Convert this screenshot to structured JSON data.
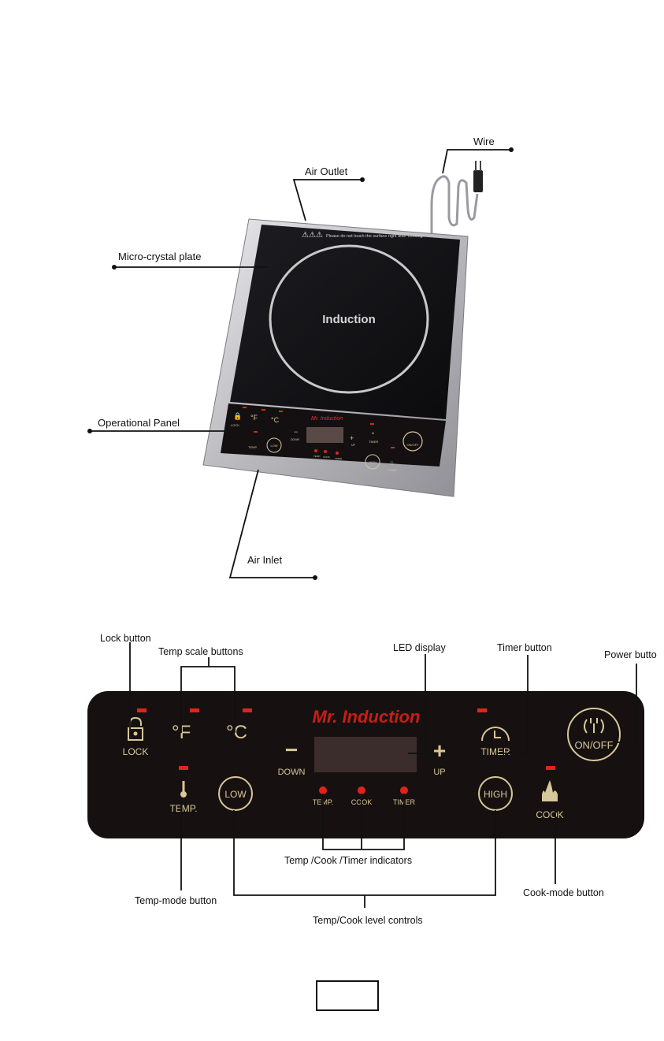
{
  "top_callouts": {
    "wire": "Wire",
    "air_outlet": "Air Outlet",
    "micro_crystal_plate": "Micro-crystal plate",
    "operational_panel": "Operational Panel",
    "air_inlet": "Air Inlet"
  },
  "cooktop": {
    "warning_text": "Please do not touch the surface right after cooking",
    "induction_label": "Induction",
    "mini_panel": {
      "brand": "Mr. Induction",
      "lock": "LOCK",
      "temp": "TEMP.",
      "low": "LOW",
      "high": "HIGH",
      "timer": "TIMER",
      "cook": "COOK",
      "on_off": "ON/OFF",
      "down": "DOWN",
      "up": "UP",
      "ind_temp": "TEMP.",
      "ind_cook": "COOK",
      "ind_timer": "TIMER"
    }
  },
  "panel": {
    "brand": "Mr. Induction",
    "lock": "LOCK",
    "f_glyph": "°F",
    "c_glyph": "°C",
    "minus": "−",
    "plus": "+",
    "down": "DOWN",
    "up": "UP",
    "timer": "TIMER",
    "on_off": "ON/OFF",
    "temp": "TEMP.",
    "low": "LOW",
    "high": "HIGH",
    "cook": "COOK",
    "ind_temp": "TEMP.",
    "ind_cook": "COOK",
    "ind_timer": "TIMER",
    "colors": {
      "panel_bg": "#161110",
      "gold": "#d8c79a",
      "led_red": "#e0241b",
      "display": "#3a2d2b"
    }
  },
  "panel_callouts": {
    "lock_button": "Lock button",
    "temp_scale_buttons": "Temp scale buttons",
    "led_display": "LED display",
    "timer_button": "Timer button",
    "power_button": "Power butto",
    "indicators": "Temp /Cook /Timer indicators",
    "temp_mode_button": "Temp-mode button",
    "cook_mode_button": "Cook-mode button",
    "level_controls": "Temp/Cook level controls"
  },
  "page_number": ""
}
